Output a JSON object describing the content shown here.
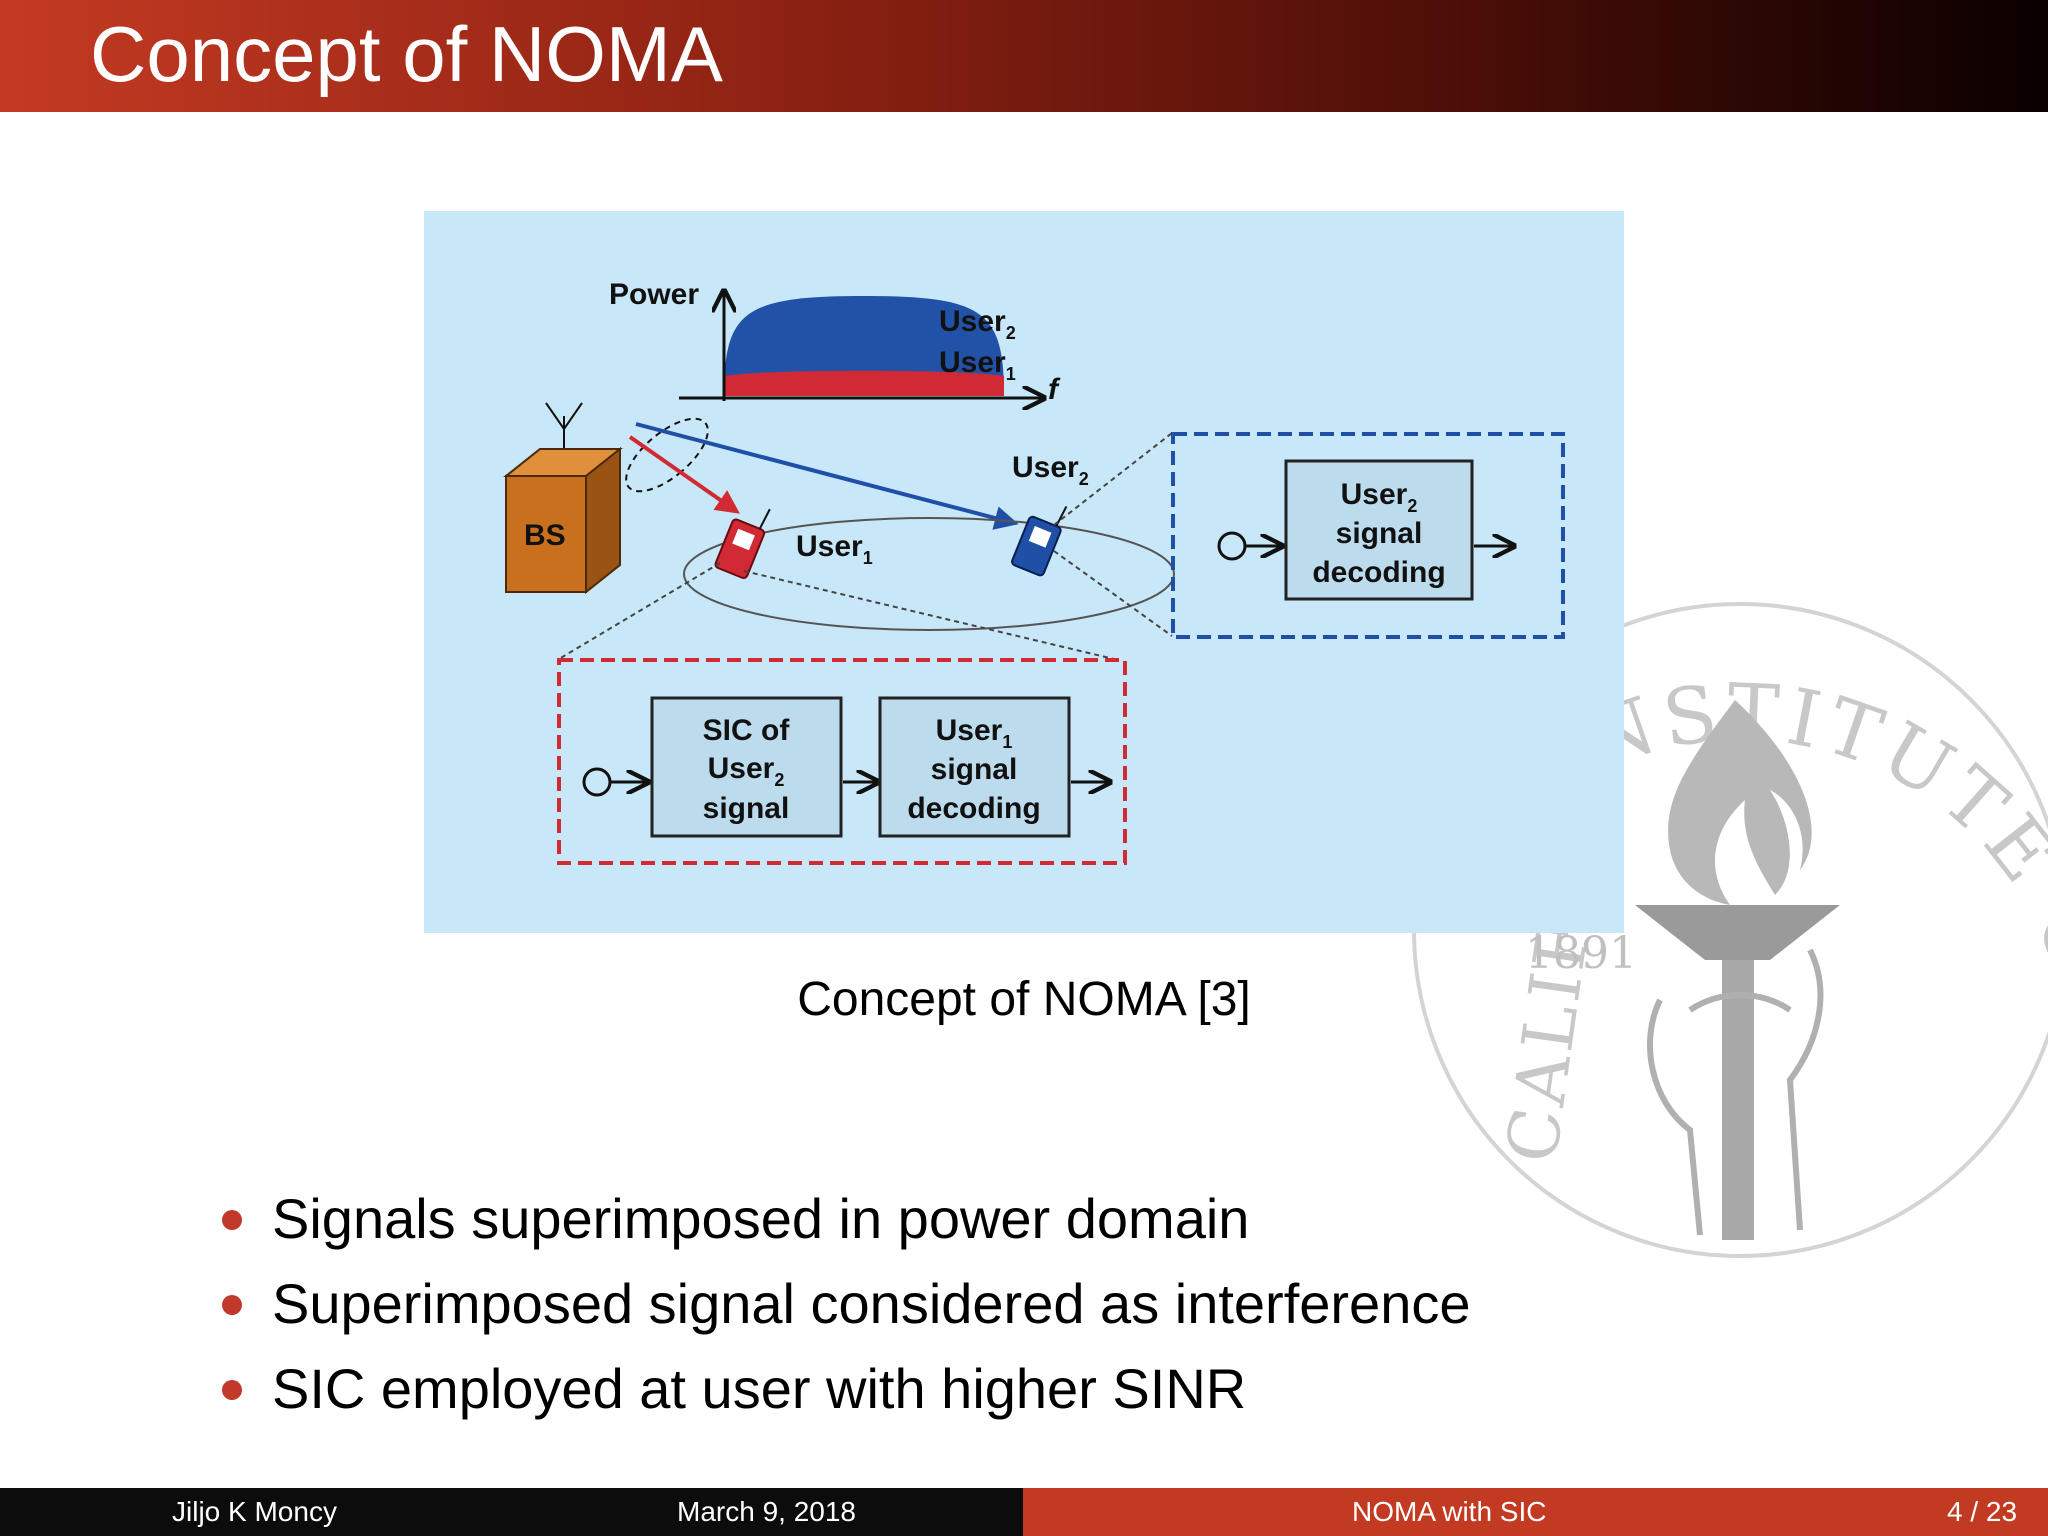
{
  "slide": {
    "title": "Concept of NOMA",
    "caption": "Concept of NOMA [3]",
    "bullets": [
      "Signals superimposed in power domain",
      "Superimposed signal considered as interference",
      "SIC employed at user with higher SINR"
    ]
  },
  "figure": {
    "power_label": "Power",
    "freq_label": "f",
    "bs_label": "BS",
    "user_label": "User",
    "sub_1": "1",
    "sub_2": "2",
    "sic_of": "SIC of",
    "signal_word": "signal",
    "decoding_word": "decoding"
  },
  "seal": {
    "arc_text": "INSTITUTE OF TECHNOLOGY",
    "left_text": "CALIFO",
    "year": "1891"
  },
  "footer": {
    "author": "Jiljo K Moncy",
    "date": "March 9, 2018",
    "short_title": "NOMA with SIC",
    "page": "4 / 23"
  },
  "colors": {
    "title_bar_start": "#c33a22",
    "title_bar_end": "#0a0000",
    "footer_left": "#0c0c0c",
    "footer_right": "#c33a22",
    "bullet": "#c0392b",
    "figure_bg": "#c8e7f8",
    "user1": "#d12a35",
    "user2": "#1f4fa6",
    "bs_box": "#c8701e"
  }
}
